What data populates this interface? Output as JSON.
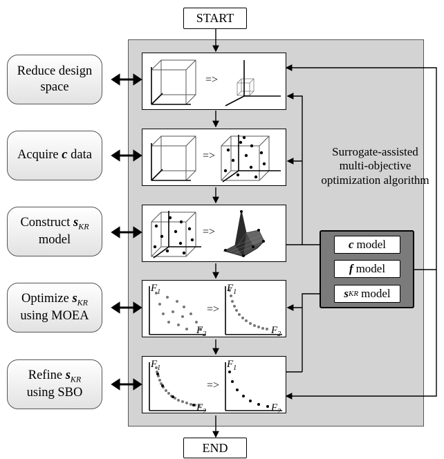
{
  "terminals": {
    "start": "START",
    "end": "END"
  },
  "steps": [
    {
      "l1": "Reduce design",
      "l2": "space"
    },
    {
      "pre": "Acquire ",
      "bold": "c",
      "post": " data"
    },
    {
      "pre": "Construct ",
      "bold": "s",
      "sub": "KR",
      "l2": "model"
    },
    {
      "pre": "Optimize ",
      "bold": "s",
      "sub": "KR",
      "l2": "using MOEA"
    },
    {
      "pre": "Refine ",
      "bold": "s",
      "sub": "KR",
      "l2": "using SBO"
    }
  ],
  "arrow_text": "=>",
  "axis_labels": {
    "f1": "F",
    "f1_sub": "1",
    "f2": "F",
    "f2_sub": "2"
  },
  "note": {
    "l1": "Surrogate-assisted",
    "l2": "multi-objective",
    "l3": "optimization algorithm"
  },
  "models": {
    "c": {
      "bold": "c",
      "text": "model"
    },
    "f": {
      "bold": "f",
      "text": "model"
    },
    "s": {
      "bold": "s",
      "sub": "KR",
      "text": "model"
    }
  }
}
